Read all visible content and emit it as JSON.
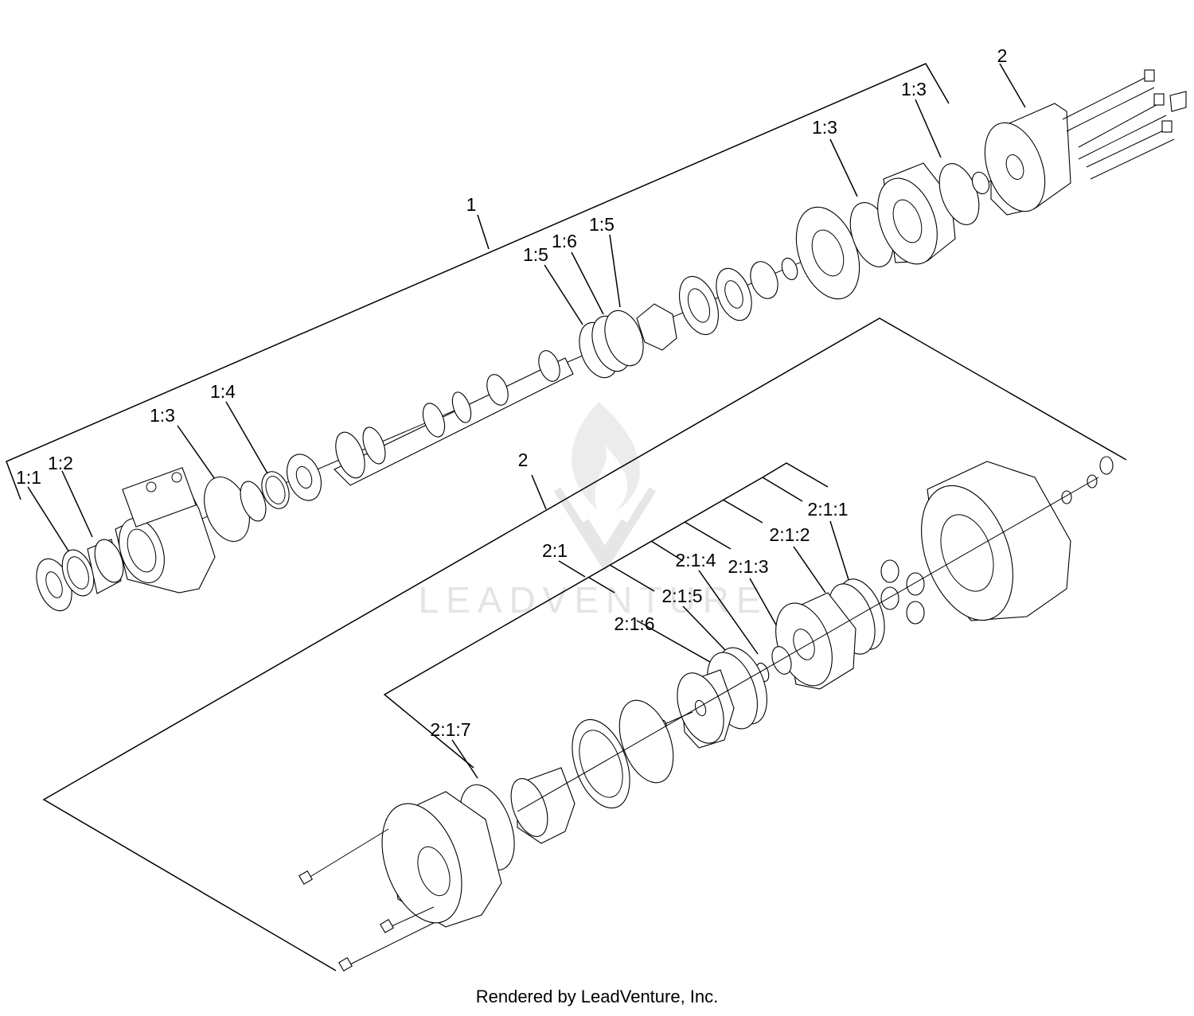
{
  "labels": {
    "l1": "1",
    "l2_top": "2",
    "l1_1": "1:1",
    "l1_2": "1:2",
    "l1_3_left": "1:3",
    "l1_4": "1:4",
    "l1_5_a": "1:5",
    "l1_6": "1:6",
    "l1_5_b": "1:5",
    "l1_3_mid": "1:3",
    "l1_3_right": "1:3",
    "l2_low": "2",
    "l2_1": "2:1",
    "l2_1_1": "2:1:1",
    "l2_1_2": "2:1:2",
    "l2_1_3": "2:1:3",
    "l2_1_4": "2:1:4",
    "l2_1_5": "2:1:5",
    "l2_1_6": "2:1:6",
    "l2_1_7": "2:1:7"
  },
  "watermark": "LEADVENTURE",
  "footer": "Rendered by LeadVenture, Inc."
}
